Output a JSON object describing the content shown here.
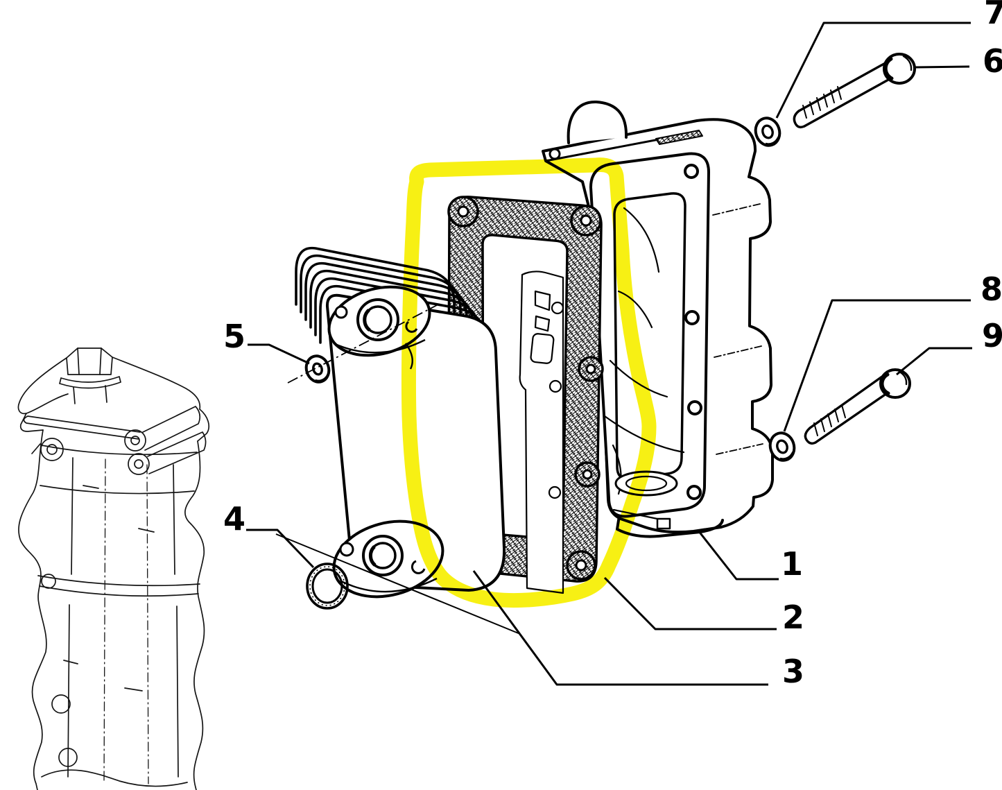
{
  "figure": {
    "type": "exploded-parts-diagram",
    "background_color": "#ffffff",
    "line_color": "#000000",
    "highlight": {
      "color": "#f7ef00",
      "style": "freehand-marker-loop",
      "encircles": "gasket between oil cooler and housing"
    },
    "callouts": [
      {
        "label": "1"
      },
      {
        "label": "2"
      },
      {
        "label": "3"
      },
      {
        "label": "4"
      },
      {
        "label": "5"
      },
      {
        "label": "6"
      },
      {
        "label": "7"
      },
      {
        "label": "8"
      },
      {
        "label": "9"
      }
    ]
  }
}
